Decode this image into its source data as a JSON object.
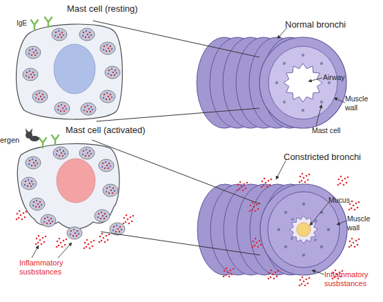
{
  "diagram": {
    "nodes": [
      {
        "text": [
          "Mast cell (resting)"
        ]
      },
      {
        "text": [
          "Normal bronchi"
        ]
      },
      {
        "text": [
          "Mast cell (activated)"
        ]
      },
      {
        "text": [
          "Constricted bronchi"
        ]
      }
    ],
    "edges": [
      {
        "from": 0,
        "to": 1,
        "arrow": "none"
      },
      {
        "from": 0,
        "to": 1,
        "arrow": "none"
      },
      {
        "from": 2,
        "to": 3,
        "arrow": "none"
      },
      {
        "from": 2,
        "to": 3,
        "arrow": "none"
      }
    ],
    "labels": [
      "IgE",
      "Airway",
      "Muscle wall",
      "Mast cell",
      "ergen",
      "Mucus",
      "Muscle wall",
      "Inflammatory susbstances",
      "Inflammatory susbstances"
    ]
  }
}
